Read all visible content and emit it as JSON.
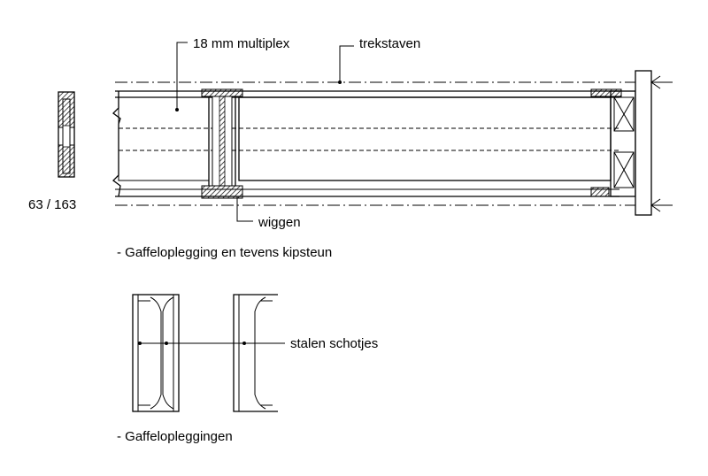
{
  "labels": {
    "multiplex": "18 mm multiplex",
    "trekstaven": "trekstaven",
    "section": "63 / 163",
    "wiggen": "wiggen",
    "caption1": "- Gaffeloplegging en tevens kipsteun",
    "schotjes": "stalen schotjes",
    "caption2": "- Gaffelopleggingen"
  }
}
